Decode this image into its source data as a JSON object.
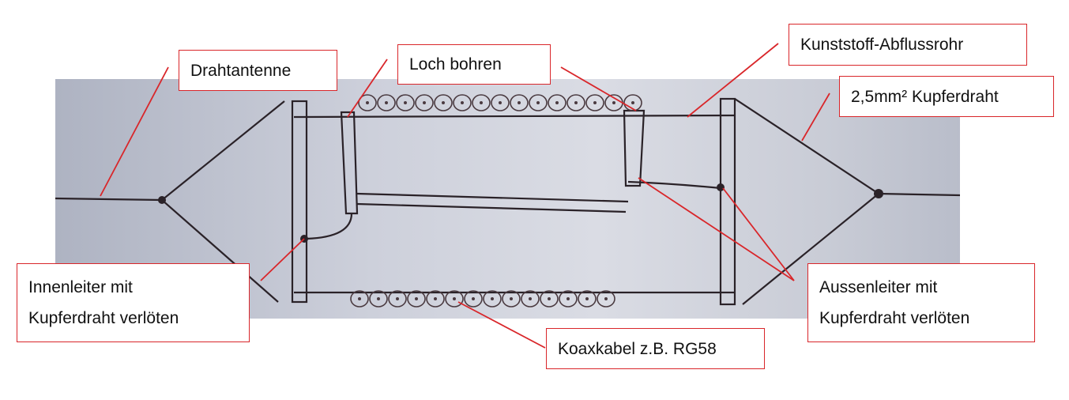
{
  "labels": {
    "drahtantenne": "Drahtantenne",
    "loch_bohren": "Loch bohren",
    "rohr": "Kunststoff-Abflussrohr",
    "kupferdraht": "2,5mm² Kupferdraht",
    "innenleiter": [
      "Innenleiter mit",
      "Kupferdraht verlöten"
    ],
    "aussenleiter": [
      "Aussenleiter mit",
      "Kupferdraht verlöten"
    ],
    "koax": "Koaxkabel z.B. RG58"
  },
  "colors": {
    "annotation": "#d9262a",
    "ink": "#2a2228"
  }
}
